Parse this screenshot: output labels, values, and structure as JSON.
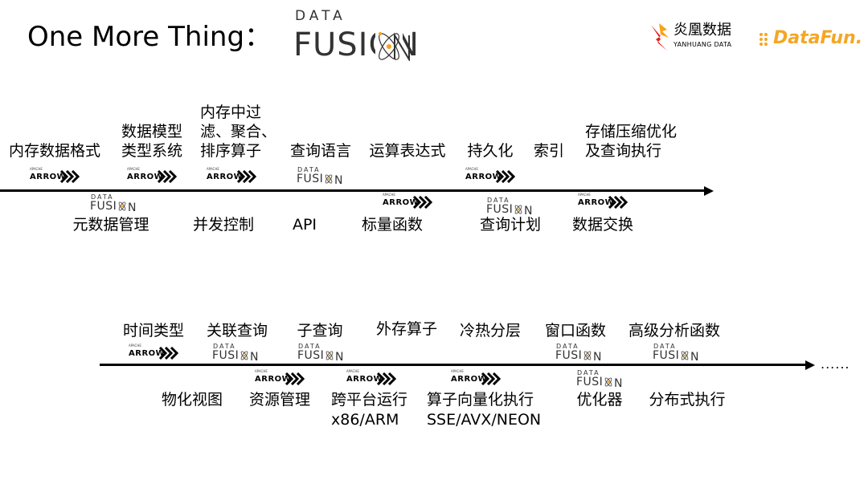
{
  "header": {
    "title": "One More Thing：",
    "datafusion_small": "DATA",
    "datafusion_big": "FUSION",
    "yanhuang_cn": "炎凰数据",
    "yanhuang_en": "YANHUANG DATA",
    "datafun": "DataFun."
  },
  "logos": {
    "arrow_text": "ARROW",
    "arrow_tiny": "APACHE",
    "fusion_top": "DATA",
    "fusion_bottom": "FUSI",
    "fusion_end": "N"
  },
  "colors": {
    "line": "#000000",
    "datafun": "#f5a623",
    "yanhuang_red": "#e31d1a",
    "yanhuang_orange": "#f7a21b"
  },
  "timeline1": {
    "above": [
      "内存数据格式",
      "数据模型",
      "类型系统",
      "内存中过",
      "滤、聚合、",
      "排序算子",
      "查询语言",
      "运算表达式",
      "持久化",
      "索引",
      "存储压缩优化",
      "及查询执行"
    ],
    "below": [
      "元数据管理",
      "并发控制",
      "API",
      "标量函数",
      "查询计划",
      "数据交换"
    ]
  },
  "timeline2": {
    "above": [
      "时间类型",
      "关联查询",
      "子查询",
      "外存算子",
      "冷热分层",
      "窗口函数",
      "高级分析函数"
    ],
    "below": [
      "物化视图",
      "资源管理",
      "跨平台运行",
      "x86/ARM",
      "算子向量化执行",
      "SSE/AVX/NEON",
      "优化器",
      "分布式执行"
    ],
    "ellipsis": "......"
  }
}
